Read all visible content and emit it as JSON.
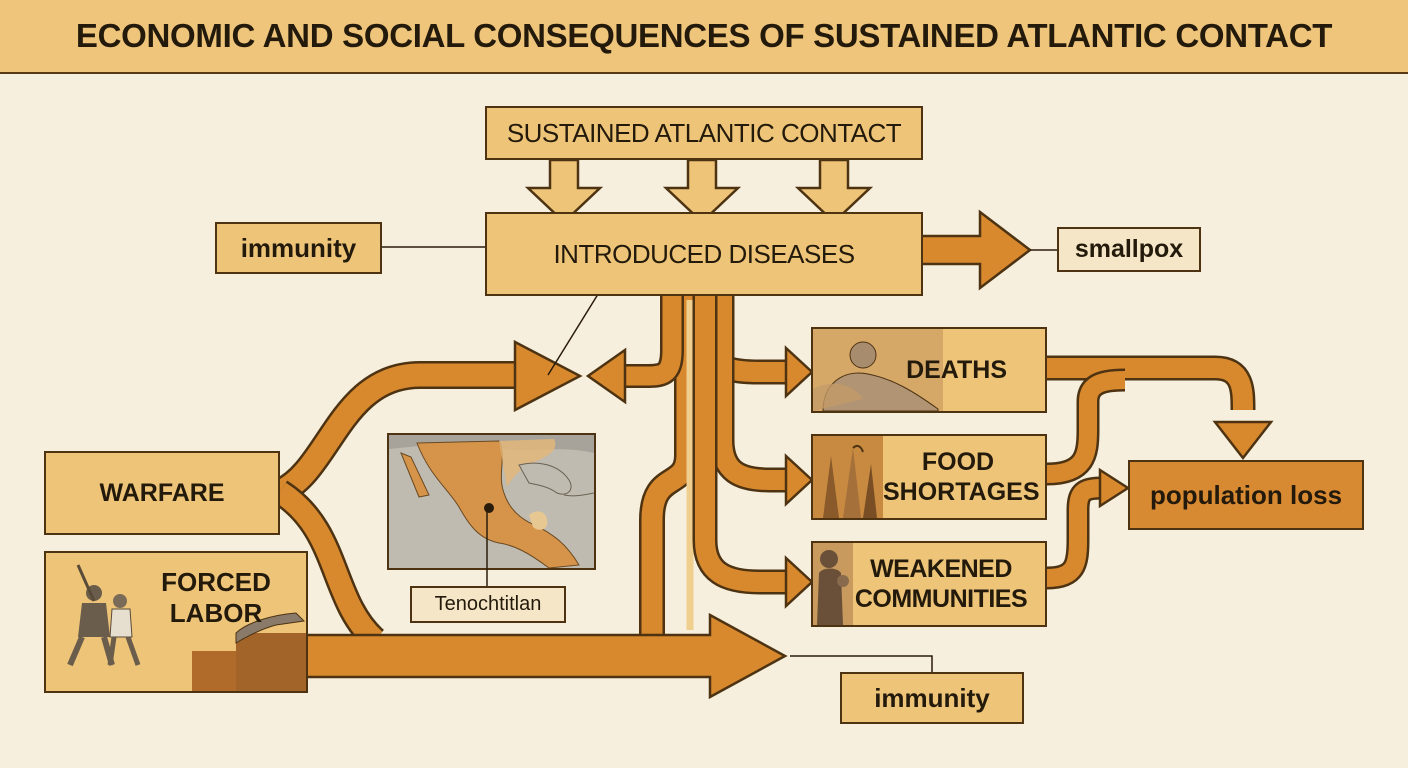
{
  "title": "ECONOMIC AND SOCIAL CONSEQUENCES OF SUSTAINED ATLANTIC CONTACT",
  "nodes": {
    "sustained_contact": "SUSTAINED ATLANTIC CONTACT",
    "introduced_diseases": "INTRODUCED DISEASES",
    "immunity_top": "immunity",
    "smallpox": "smallpox",
    "deaths": "DEATHS",
    "food_shortages": "FOOD SHORTAGES",
    "weakened_communities": "WEAKENED COMMUNITIES",
    "population_loss": "population loss",
    "warfare": "WARFARE",
    "forced_labor": "FORCED LABOR",
    "tenochtitlan": "Tenochtitlan",
    "immunity_bottom": "immunity"
  },
  "colors": {
    "background": "#f7efdd",
    "header": "#eec57a",
    "box": "#eec578",
    "arrow": "#d8892e",
    "outline": "#4d3312"
  }
}
